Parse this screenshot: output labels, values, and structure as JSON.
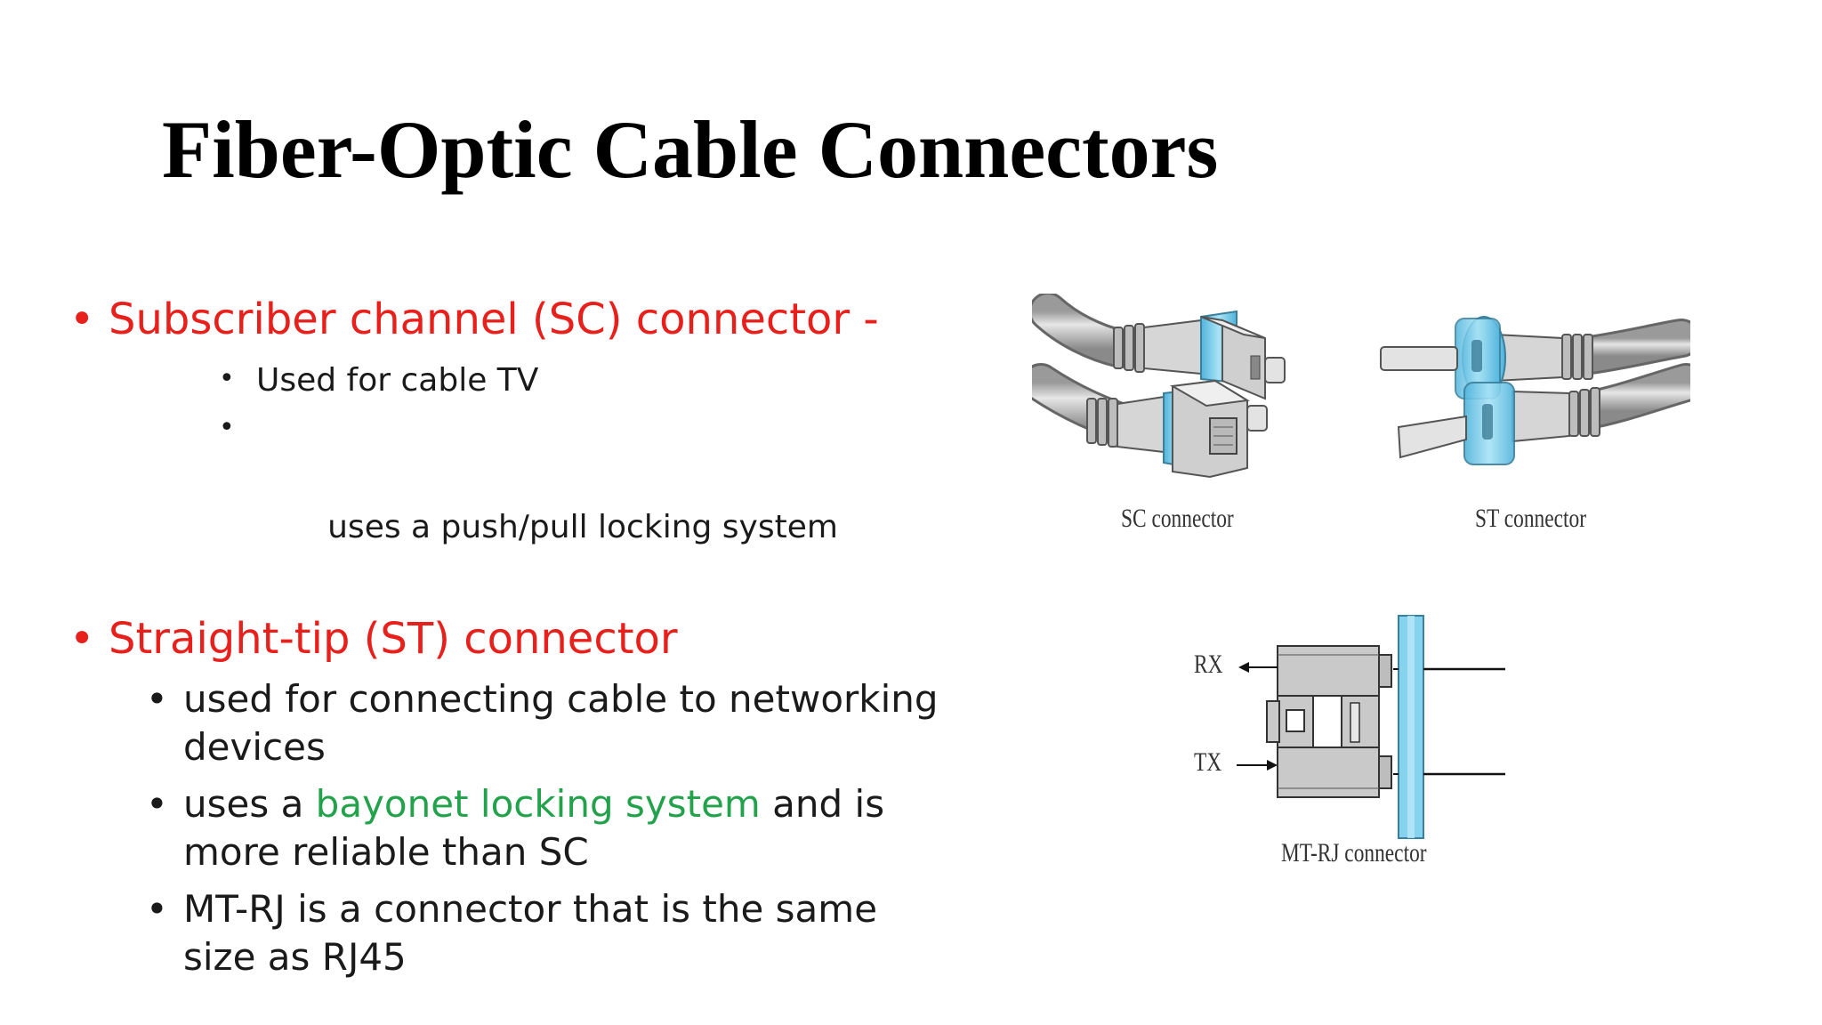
{
  "slide": {
    "title": "Fiber-Optic Cable Connectors",
    "bullet_glyph": "•",
    "sc": {
      "heading": "Subscriber channel (SC) connector -",
      "points": [
        "Used for cable TV",
        " uses a push/pull locking system"
      ]
    },
    "st": {
      "heading": "Straight-tip (ST) connector",
      "point1": "used for connecting cable to networking devices",
      "point2_prefix": "uses a ",
      "point2_highlight": "bayonet locking system",
      "point2_suffix": " and is more reliable than SC",
      "point3": "MT-RJ is a connector that is the same size as RJ45"
    },
    "figures": {
      "sc_label": "SC connector",
      "st_label": "ST connector",
      "mtrj_label": "MT-RJ connector",
      "rx_label": "RX",
      "tx_label": "TX"
    },
    "colors": {
      "heading_red": "#e8201c",
      "highlight_green": "#22a24a",
      "connector_blue": "#7fd0ec",
      "connector_gray": "#c8c8c8"
    }
  }
}
